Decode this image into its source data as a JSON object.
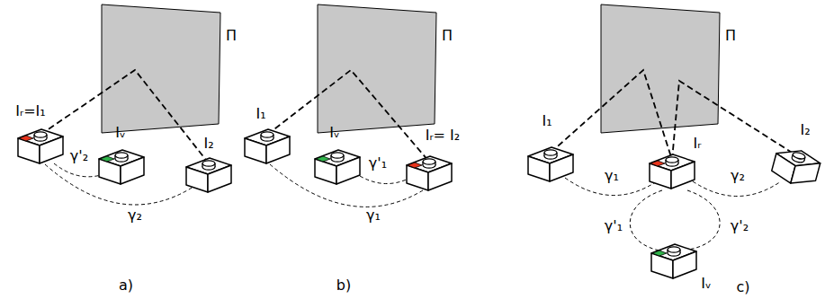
{
  "diagram": {
    "labels": [
      "Π",
      "Iᵣ=I₁",
      "I₂",
      "Iᵥ",
      "γ'₂",
      "γ₂",
      "a)",
      "Π",
      "I₁",
      "Iᵥ",
      "γ'₁",
      "Iᵣ= I₂",
      "γ₁",
      "b)",
      "Π",
      "I₁",
      "I₂",
      "Iᵣ",
      "γ₁",
      "γ₂",
      "γ'₁",
      "γ'₂",
      "Iᵥ",
      "c)"
    ]
  }
}
